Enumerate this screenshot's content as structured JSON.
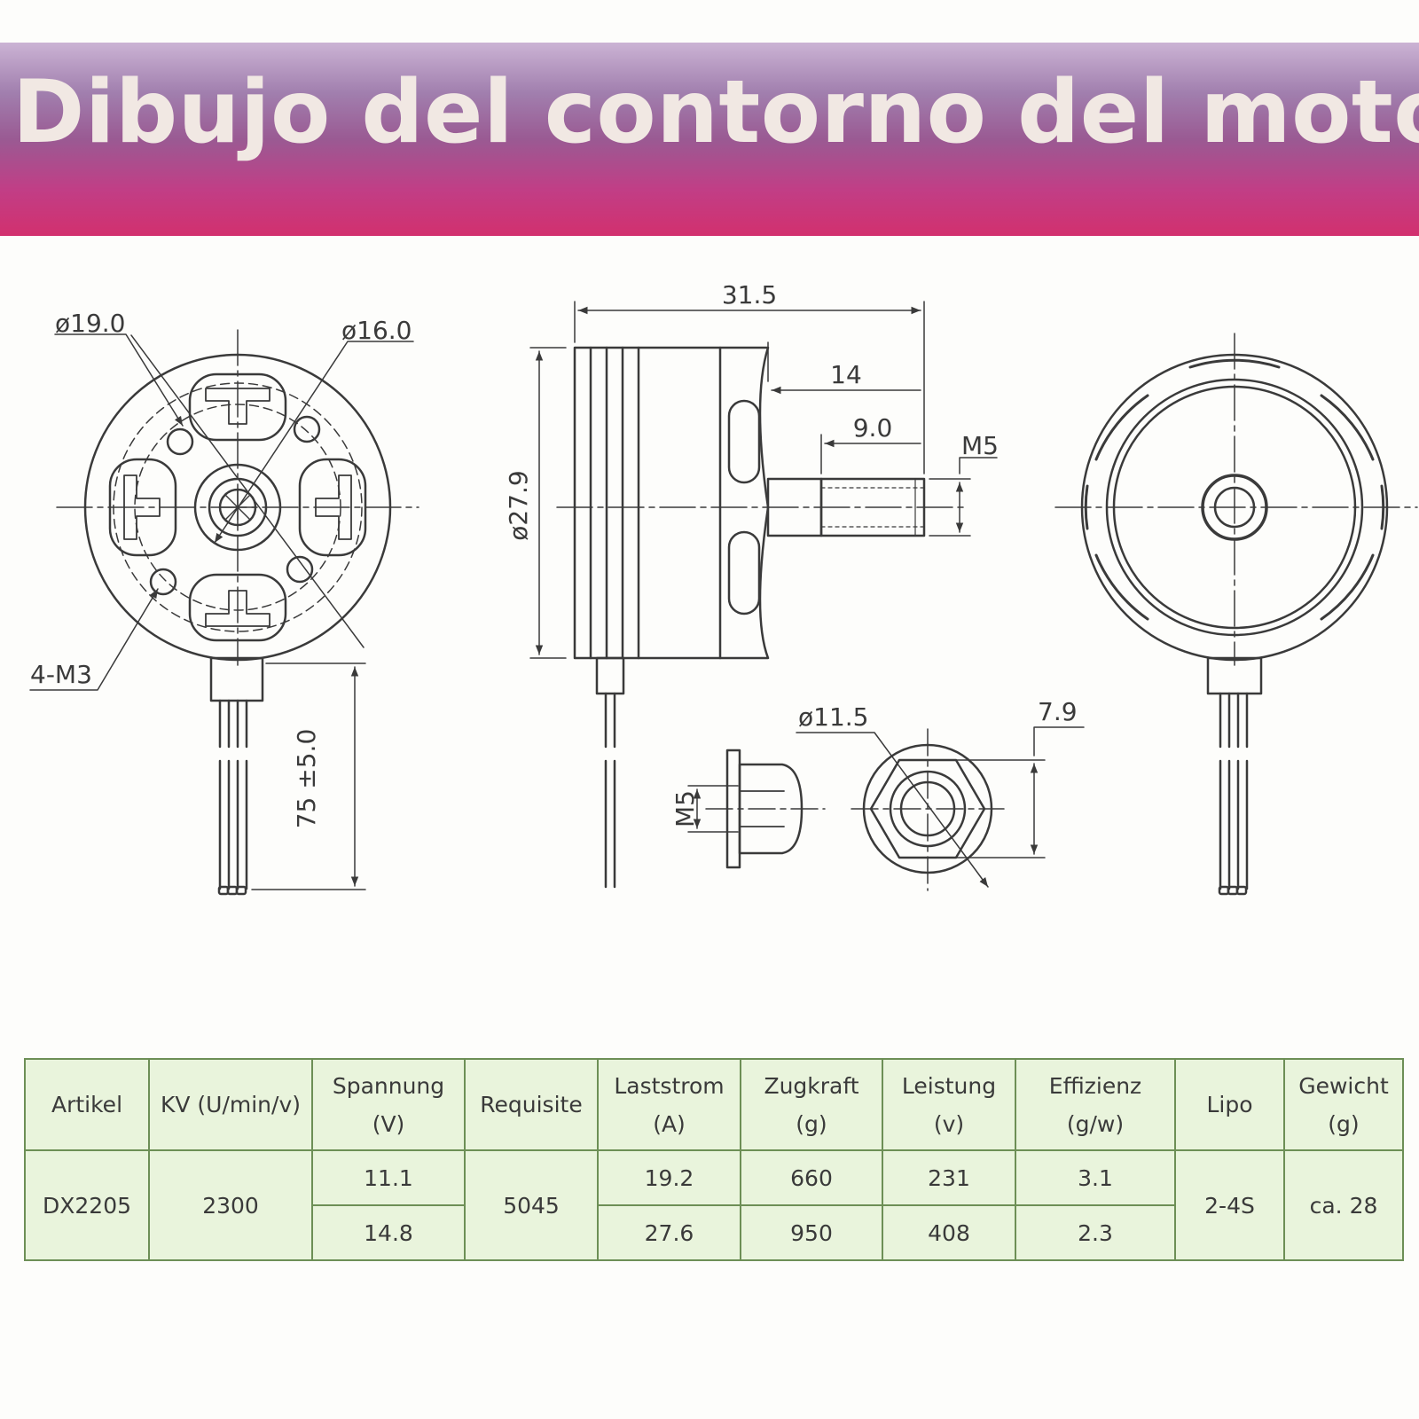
{
  "title": "Dibujo del contorno del motor",
  "colors": {
    "banner_top": "#cbb3d4",
    "banner_bottom": "#d2306e",
    "title_text": "#f1e8e3",
    "drawing_line": "#3a3a3a",
    "table_fill": "#e9f4dc",
    "table_border": "#6d8f56"
  },
  "dimensions": {
    "front_outer_diameter": "ø19.0",
    "front_inner_diameter": "ø16.0",
    "mount_screws": "4-M3",
    "lead_length": "75 ±5.0",
    "body_length": "31.5",
    "shaft_length": "14",
    "thread_length": "9.0",
    "shaft_thread": "M5",
    "body_diameter": "ø27.9",
    "nut_thread": "M5",
    "nut_diameter": "ø11.5",
    "nut_width": "7.9"
  },
  "table": {
    "headers": [
      [
        "Artikel"
      ],
      [
        "KV (U/min/v)"
      ],
      [
        "Spannung",
        "(V)"
      ],
      [
        "Requisite"
      ],
      [
        "Laststrom",
        "(A)"
      ],
      [
        "Zugkraft",
        "(g)"
      ],
      [
        "Leistung",
        "(v)"
      ],
      [
        "Effizienz",
        "(g/w)"
      ],
      [
        "Lipo"
      ],
      [
        "Gewicht",
        "(g)"
      ]
    ],
    "article": "DX2205",
    "kv": "2300",
    "prop": "5045",
    "lipo": "2-4S",
    "weight": "ca. 28",
    "rows": [
      {
        "voltage": "11.1",
        "current": "19.2",
        "thrust": "660",
        "power": "231",
        "efficiency": "3.1"
      },
      {
        "voltage": "14.8",
        "current": "27.6",
        "thrust": "950",
        "power": "408",
        "efficiency": "2.3"
      }
    ]
  }
}
